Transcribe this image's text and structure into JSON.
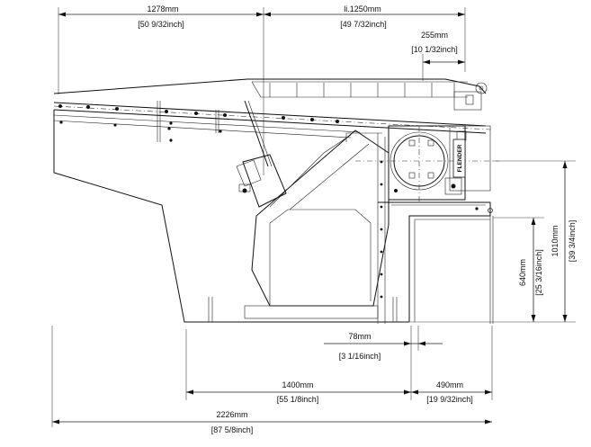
{
  "drawing": {
    "dimensions": {
      "top_left": {
        "mm": "1278mm",
        "inch": "[50 9/32inch]"
      },
      "top_right": {
        "mm": "li.1250mm",
        "inch": "[49 7/32inch]"
      },
      "upper_small": {
        "mm": "255mm",
        "inch": "[10 1/32inch]"
      },
      "right_tall": {
        "mm": "1010mm",
        "inch": "[39 3/4inch]"
      },
      "right_mid": {
        "mm": "640mm",
        "inch": "[25 3/16inch]"
      },
      "gap": {
        "mm": "78mm",
        "inch": "[3 1/16inch]"
      },
      "base_mid": {
        "mm": "1400mm",
        "inch": "[55 1/8inch]"
      },
      "base_right": {
        "mm": "490mm",
        "inch": "[19 9/32inch]"
      },
      "overall": {
        "mm": "2226mm",
        "inch": "[87 5/8inch]"
      }
    },
    "motor_label": "FLENDER"
  }
}
